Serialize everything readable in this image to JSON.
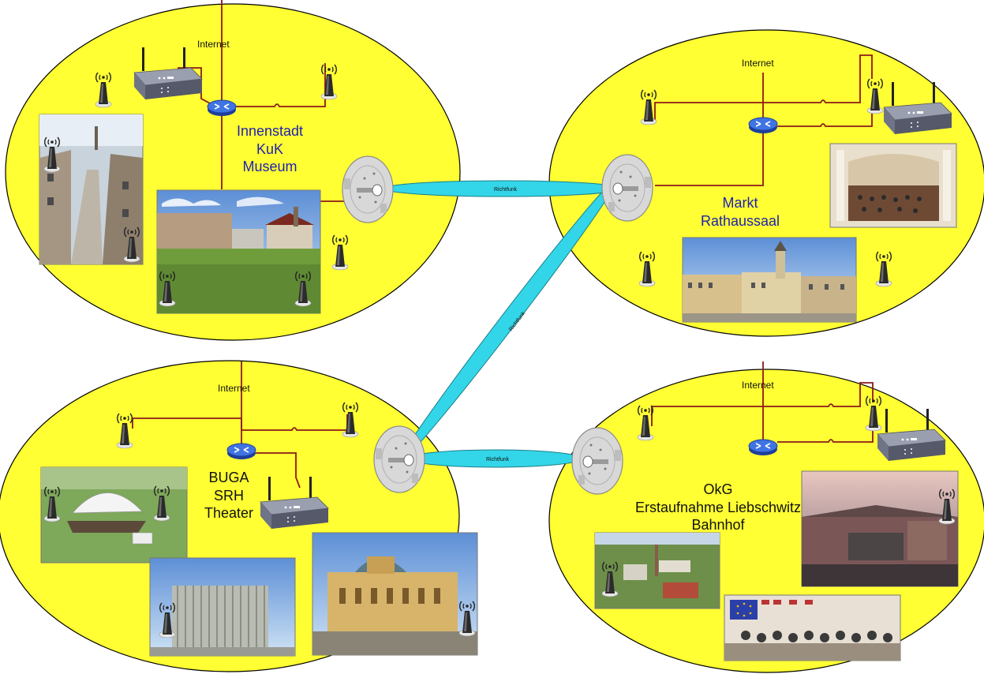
{
  "regions": {
    "top_left": {
      "internet": "Internet",
      "name_lines": [
        "Innenstadt",
        "KuK",
        "Museum"
      ]
    },
    "top_right": {
      "internet": "Internet",
      "name_lines": [
        "Markt",
        "Rathaussaal"
      ]
    },
    "bottom_left": {
      "internet": "Internet",
      "name_lines": [
        "BUGA",
        "SRH",
        "Theater"
      ]
    },
    "bottom_right": {
      "internet": "Internet",
      "name_lines": [
        "OkG",
        "Erstaufnahme Liebschwitz",
        "Bahnhof"
      ]
    }
  },
  "links": {
    "tl_tr": "Richtfunk",
    "tr_bl": "Richtfunk",
    "bl_br": "Richtfunk"
  },
  "colors": {
    "cell_fill": "#ffff33",
    "cell_stroke": "#000000",
    "cable": "#8b1a1a",
    "radio_beam": "#33d6e8",
    "label_text": "#1f1fb4",
    "router": "#2f5fd6"
  }
}
